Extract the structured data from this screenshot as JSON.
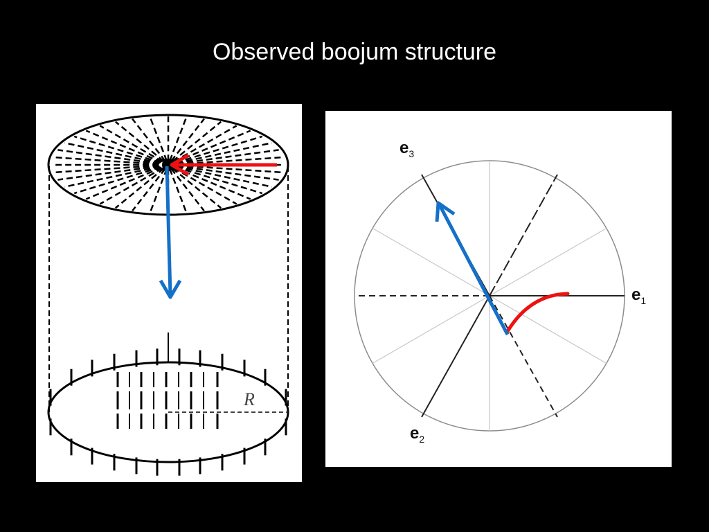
{
  "title": "Observed boojum structure",
  "left_diagram": {
    "radius_label": "R",
    "colors": {
      "red_arrow": "#ee1111",
      "blue_arrow": "#1470c8"
    }
  },
  "right_diagram": {
    "axes": [
      {
        "letter": "e",
        "subscript": "3"
      },
      {
        "letter": "e",
        "subscript": "1"
      },
      {
        "letter": "e",
        "subscript": "2"
      }
    ],
    "colors": {
      "arc": "#ee1111",
      "arrow": "#1470c8"
    }
  }
}
